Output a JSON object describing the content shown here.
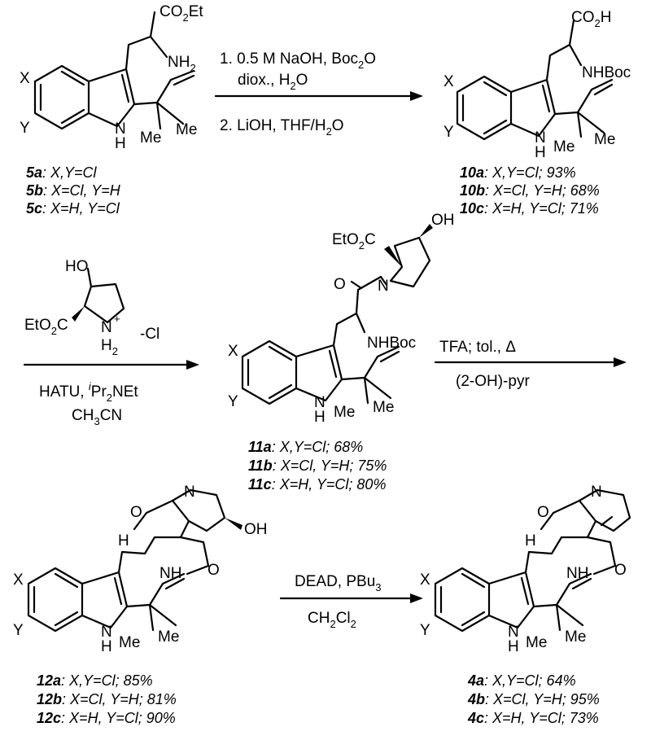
{
  "scheme": {
    "step1": {
      "conditions": [
        "1. 0.5 M NaOH, Boc",
        "2",
        "O",
        "diox., H",
        "2",
        "O",
        "2. LiOH, THF/H",
        "2",
        "O"
      ]
    },
    "step2": {
      "reagent_atoms": [
        "HO",
        "EtO",
        "2",
        "C",
        "N",
        "+",
        "H",
        "2",
        "-Cl"
      ],
      "conditions": [
        "HATU, ",
        "i",
        "Pr",
        "2",
        "NEt",
        "CH",
        "3",
        "CN"
      ]
    },
    "step3": {
      "conditions": [
        "TFA; tol., Δ",
        "(2-OH)-pyr"
      ]
    },
    "step4": {
      "conditions": [
        "DEAD, PBu",
        "3",
        "CH",
        "2",
        "Cl",
        "2"
      ]
    },
    "compounds": {
      "c5": {
        "labels": [
          {
            "id": "5a",
            "desc": ": X,Y=Cl"
          },
          {
            "id": "5b",
            "desc": ": X=Cl, Y=H"
          },
          {
            "id": "5c",
            "desc": ": X=H, Y=Cl"
          }
        ]
      },
      "c10": {
        "labels": [
          {
            "id": "10a",
            "desc": ": X,Y=Cl; 93%"
          },
          {
            "id": "10b",
            "desc": ": X=Cl, Y=H; 68%"
          },
          {
            "id": "10c",
            "desc": ": X=H, Y=Cl; 71%"
          }
        ]
      },
      "c11": {
        "labels": [
          {
            "id": "11a",
            "desc": ": X,Y=Cl; 68%"
          },
          {
            "id": "11b",
            "desc": ": X=Cl, Y=H; 75%"
          },
          {
            "id": "11c",
            "desc": ": X=H, Y=Cl; 80%"
          }
        ]
      },
      "c12": {
        "labels": [
          {
            "id": "12a",
            "desc": ": X,Y=Cl; 85%"
          },
          {
            "id": "12b",
            "desc": ": X=Cl, Y=H; 81%"
          },
          {
            "id": "12c",
            "desc": ": X=H, Y=Cl; 90%"
          }
        ]
      },
      "c4": {
        "labels": [
          {
            "id": "4a",
            "desc": ": X,Y=Cl; 64%"
          },
          {
            "id": "4b",
            "desc": ": X=Cl, Y=H; 95%"
          },
          {
            "id": "4c",
            "desc": ": X=H, Y=Cl; 73%"
          }
        ]
      }
    },
    "atoms": {
      "X": "X",
      "Y": "Y",
      "N": "N",
      "H": "H",
      "Me": "Me",
      "CO": "CO",
      "Et": "Et",
      "NH": "NH",
      "O": "O",
      "OH": "OH",
      "NHBoc": "NHBoc",
      "EtO": "EtO",
      "C": "C",
      "two": "2"
    }
  }
}
